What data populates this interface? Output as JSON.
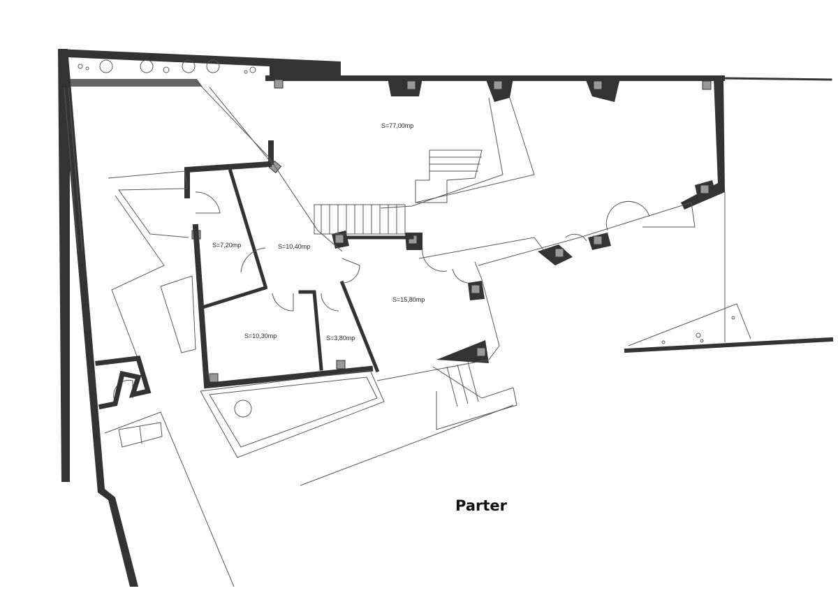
{
  "plan": {
    "title": "Parter",
    "rooms": [
      {
        "id": "living",
        "area": "S=77,00mp"
      },
      {
        "id": "room-a",
        "area": "S=7,20mp"
      },
      {
        "id": "hall",
        "area": "S=10,40mp"
      },
      {
        "id": "room-b",
        "area": "S=15,80mp"
      },
      {
        "id": "room-c",
        "area": "S=10,30mp"
      },
      {
        "id": "bath",
        "area": "S=3,80mp"
      }
    ]
  },
  "colors": {
    "wall": "#333333",
    "pillar": "#999999",
    "ledge": "#666666"
  }
}
